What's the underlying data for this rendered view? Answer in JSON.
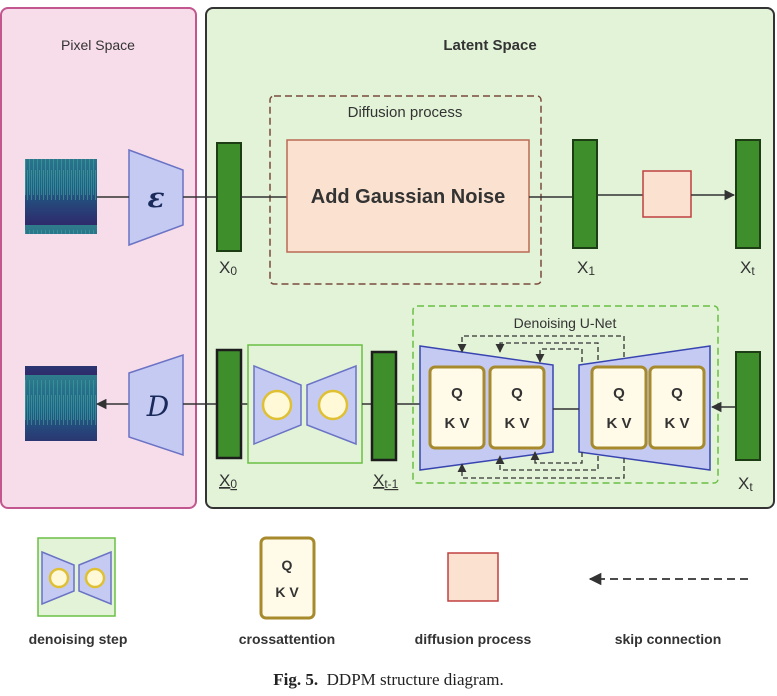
{
  "regions": {
    "pixel_space": "Pixel Space",
    "latent_space": "Latent Space",
    "diffusion_process": "Diffusion process",
    "denoising_unet": "Denoising U-Net"
  },
  "blocks": {
    "add_noise": "Add Gaussian Noise",
    "encoder_symbol": "ε",
    "decoder_symbol": "D",
    "attention_q": "Q",
    "attention_kv": "K V"
  },
  "labels": {
    "x0_top": "X",
    "x0_top_sub": "0",
    "x1": "X",
    "x1_sub": "1",
    "xt_top": "X",
    "xt_top_sub": "t",
    "x0_bottom": "X",
    "x0_bottom_sub": "0",
    "xt1_bottom": "X",
    "xt1_bottom_sub": "t-1",
    "xt_bottom": "X",
    "xt_bottom_sub": "t"
  },
  "legend": {
    "denoising_step": "denoising step",
    "crossattention": "crossattention",
    "diffusion_process": "diffusion process",
    "skip_connection": "skip connection"
  },
  "caption": {
    "prefix": "Fig. 5.",
    "text": "DDPM structure diagram."
  },
  "colors": {
    "pixel_bg": "#f7dcea",
    "pixel_border": "#c2568e",
    "latent_bg": "#e3f3d8",
    "latent_border": "#333333",
    "latent_block": "#3e8e2c",
    "trapezoid": "#c5caf3",
    "trapezoid_border": "#6a73c4",
    "noise_box": "#fbe2d0",
    "noise_border": "#b96a52",
    "attn_border": "#a78a2c",
    "attn_bg": "#fffbe8",
    "unet_border": "#6bbf45",
    "circle_fill": "#fff9d8",
    "circle_border": "#e0c033"
  }
}
